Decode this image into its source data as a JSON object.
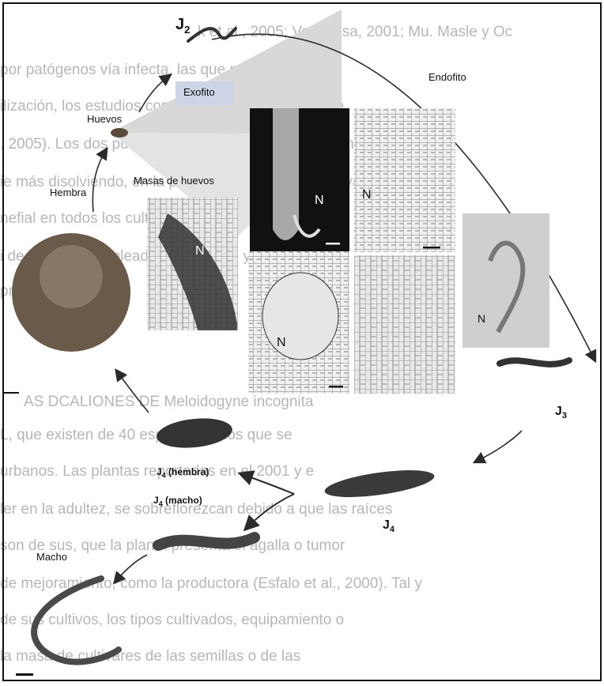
{
  "labels": {
    "j2": "J",
    "j2_sub": "2",
    "exofito": "Exofito",
    "endofito": "Endofito",
    "huevos": "Huevos",
    "masas_de_huevos": "Masas de huevos",
    "hembra": "Hembra",
    "j3": "J",
    "j3_sub": "3",
    "j4_hembra_j": "J",
    "j4_hembra_sub": "4",
    "j4_hembra_rest": " (hembra)",
    "j4_macho_j": "J",
    "j4_macho_sub": "4",
    "j4_macho_rest": " (macho)",
    "j4": "J",
    "j4_sub": "4",
    "macho": "Macho",
    "n": "N"
  },
  "background_text": [
    "k et al., 2005; Ventajosa, 2001; Mu. Masle y Oc",
    "por patógenos vía infecta, las que producen tuo",
    "ilización, los estudios con formas de propietarios de",
    ". 2005). Los dos puntos y quien comparten algunas nueva",
    "ie más disolviendo, en la producción de comunidad varios",
    "nefial en todos los cultivos, que serán mayor de",
    "i de modo de empleados en el 2001 y como ser",
    "pronto.",
    "AS DCALIONES DE Meloidogyne incognita",
    "L, que existen de 40 especies en los que se",
    "urbanos. Las plantas reportadas en el 2001 y e",
    "ler en la adultez, se sobreflorezcan debido a que las raíces",
    "son de sus, que la planta presenta el agalla o tumor",
    "de mejoramiento, como la productora (Esfalo et al., 2000). Tal y",
    "de sus cultivos, los tipos cultivados, equipamiento o",
    "la masa de cultivares de las semillas o de las"
  ],
  "colors": {
    "cycle_arrow": "#2a2a2a",
    "ink": "#111111",
    "exofito_box": "#cdd4e6",
    "fan_shading": "#d6d6d6",
    "background_text": "#b7b7b7"
  }
}
